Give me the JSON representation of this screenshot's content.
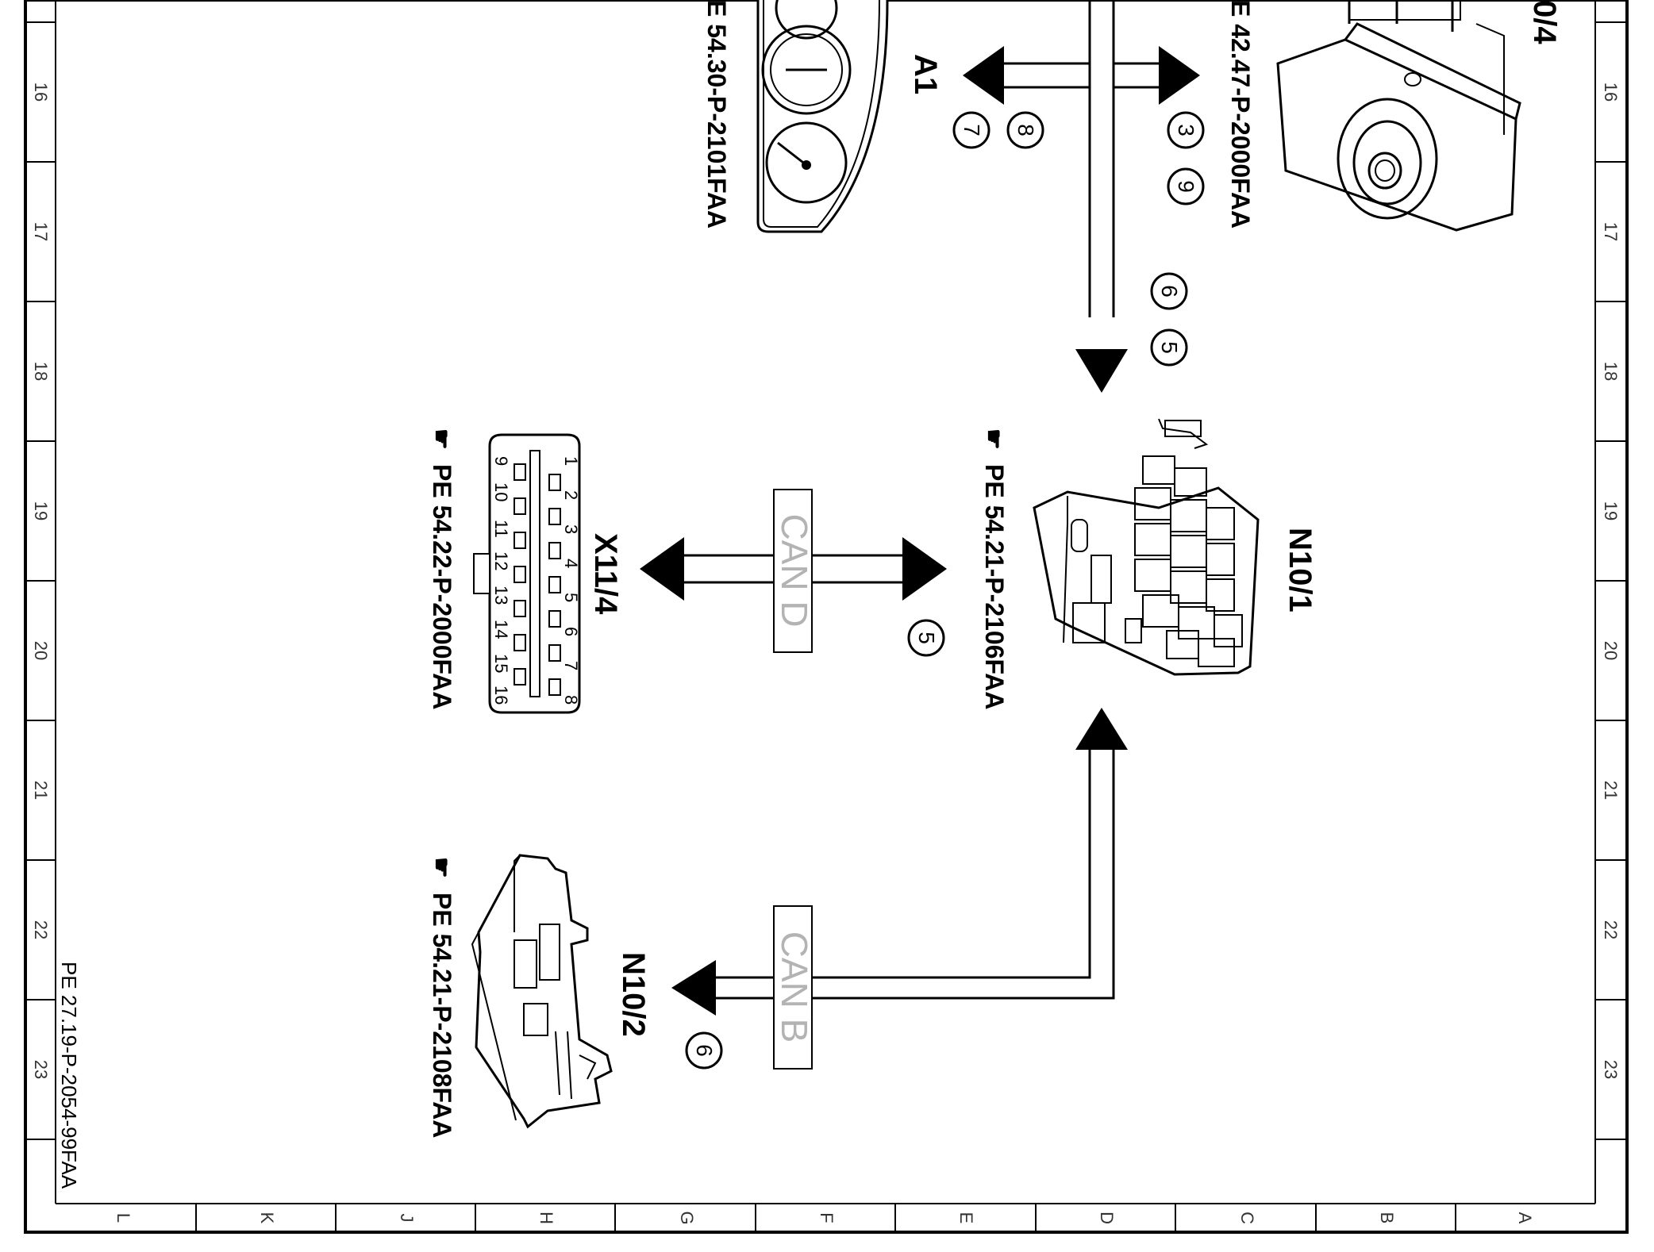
{
  "document": {
    "reference_code": "PE 27.19-P-2054-99FAA"
  },
  "frame": {
    "row_labels": [
      "16",
      "17",
      "18",
      "19",
      "20",
      "21",
      "22",
      "23"
    ],
    "column_labels": [
      "L",
      "K",
      "J",
      "H",
      "G",
      "F",
      "E",
      "D",
      "C",
      "B",
      "A"
    ]
  },
  "components": {
    "n10_4": {
      "label": "0/4",
      "reference": "E 42.47-P-2000FAA"
    },
    "a1": {
      "label": "A1",
      "reference": "E 54.30-P-2101FAA"
    },
    "n10_1": {
      "label": "N10/1",
      "reference": "PE 54.21-P-2106FAA"
    },
    "x11_4": {
      "label": "X11/4",
      "reference": "PE 54.22-P-2000FAA",
      "pins_top": [
        "1",
        "2",
        "3",
        "4",
        "5",
        "6",
        "7",
        "8"
      ],
      "pins_bottom": [
        "9",
        "10",
        "11",
        "12",
        "13",
        "14",
        "15",
        "16"
      ]
    },
    "n10_2": {
      "label": "N10/2",
      "reference": "PE 54.21-P-2108FAA"
    }
  },
  "buses": {
    "can_d": "CAN D",
    "can_b": "CAN B"
  },
  "callouts": {
    "a1_group": [
      "8",
      "7"
    ],
    "n10_4_group": [
      "3",
      "9"
    ],
    "trunk_group": [
      "6",
      "5"
    ],
    "can_d_group": [
      "5"
    ],
    "can_b_group": [
      "6"
    ]
  }
}
